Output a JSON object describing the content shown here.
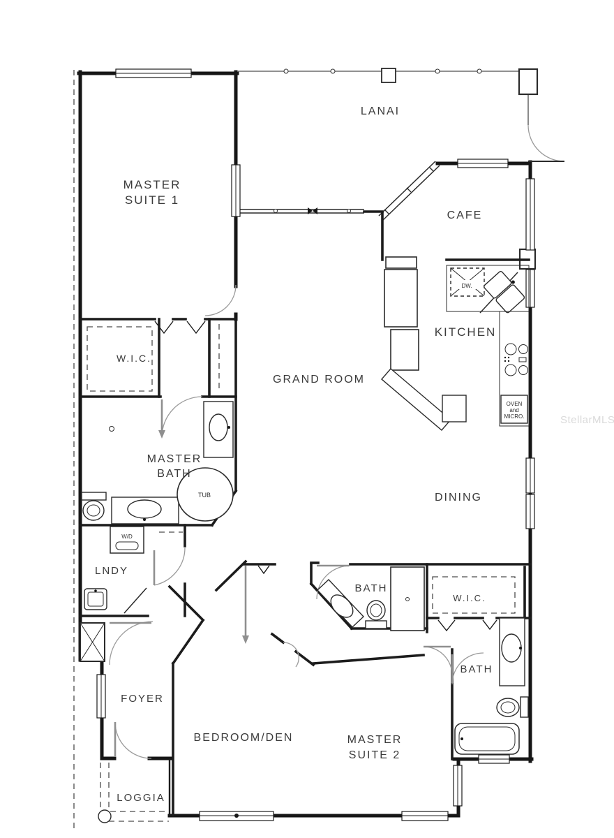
{
  "watermark": "StellarMLS",
  "rooms": {
    "lanai": "LANAI",
    "master_suite_1_l1": "MASTER",
    "master_suite_1_l2": "SUITE 1",
    "cafe": "CAFE",
    "kitchen": "KITCHEN",
    "grand_room": "GRAND ROOM",
    "wic_master": "W.I.C.",
    "master_bath_l1": "MASTER",
    "master_bath_l2": "BATH",
    "dining": "DINING",
    "laundry": "LNDY",
    "bath_2": "BATH",
    "wic_2": "W.I.C.",
    "bath_3": "BATH",
    "foyer": "FOYER",
    "bedroom_den": "BEDROOM/DEN",
    "master_suite_2_l1": "MASTER",
    "master_suite_2_l2": "SUITE 2",
    "loggia": "LOGGIA"
  },
  "fixtures": {
    "tub": "TUB",
    "washer_dryer": "W/D",
    "dishwasher": "DW.",
    "oven_l1": "OVEN",
    "oven_l2": "and",
    "oven_l3": "MICRO."
  },
  "colors": {
    "wall": "#161616",
    "door": "#9b9b9b",
    "dashed": "#4c4c4c",
    "watermark": "#dadada",
    "background": "#ffffff"
  }
}
